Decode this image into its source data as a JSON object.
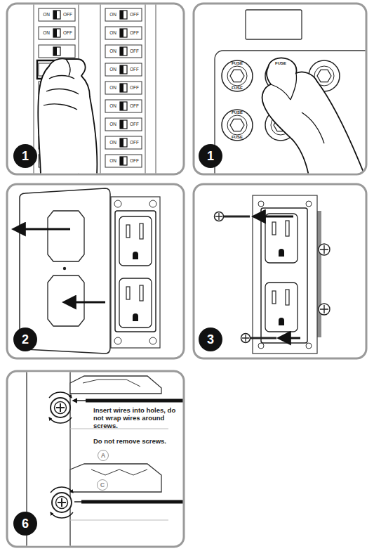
{
  "diagram": {
    "nodes": [
      {
        "text": [
          "1"
        ]
      },
      {
        "text": [
          "1"
        ]
      },
      {
        "text": [
          "2"
        ]
      },
      {
        "text": [
          "3"
        ]
      },
      {
        "text": [
          "A"
        ]
      },
      {
        "text": [
          "C"
        ]
      },
      {
        "text": [
          "6"
        ]
      }
    ],
    "labels": [
      "Insert wires into holes, do not wrap wires around screws.",
      "Do not remove screws.",
      "ON",
      "OFF",
      "ON",
      "OFF",
      "ON",
      "OFF",
      "ON",
      "OFF",
      "ON",
      "OFF",
      "ON",
      "OFF",
      "ON",
      "OFF",
      "ON",
      "OFF",
      "ON",
      "OFF",
      "ON",
      "OFF",
      "ON",
      "OFF",
      "FUSE",
      "FUSE",
      "FUSE",
      "FUSE",
      "FUSE"
    ]
  }
}
